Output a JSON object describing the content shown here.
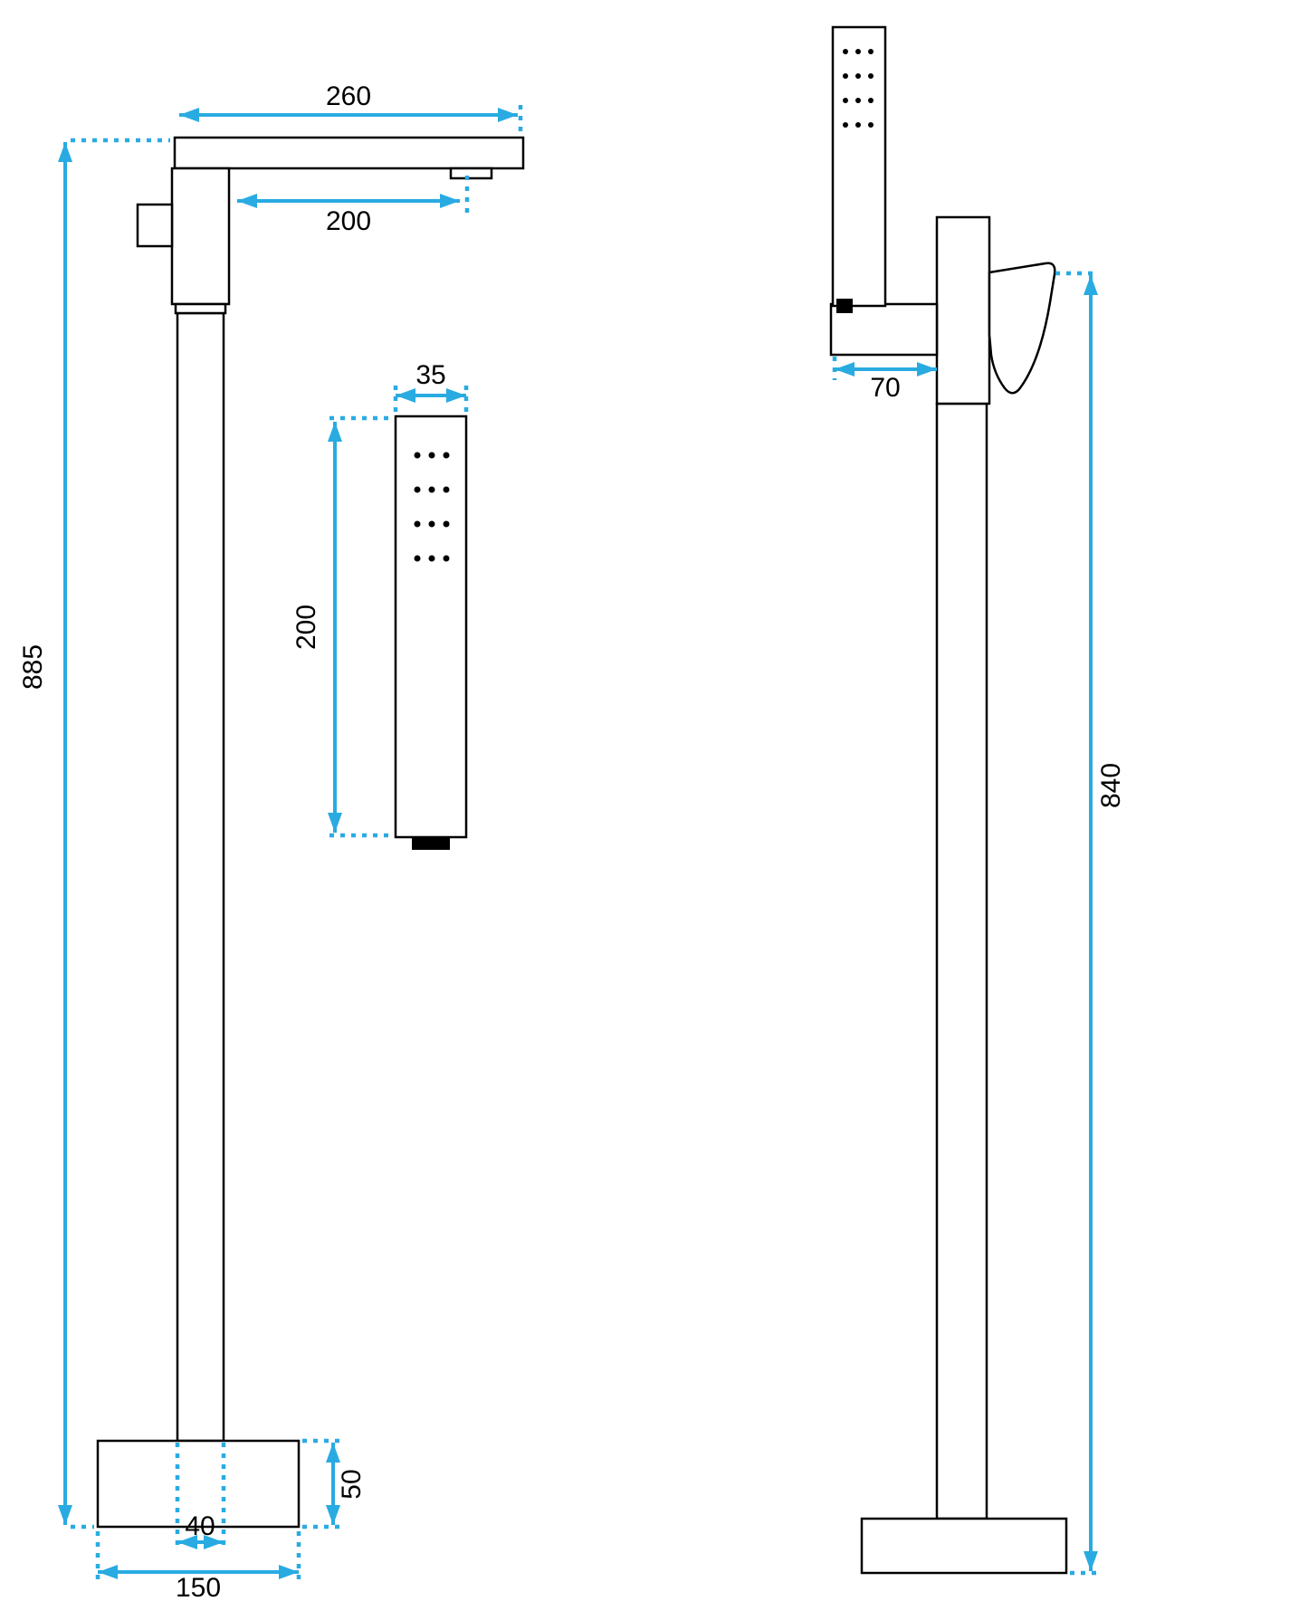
{
  "colors": {
    "outline": "#000000",
    "dimension_lines": "#29ABE2",
    "label_text": "#000000",
    "background": "#ffffff"
  },
  "dimensions": {
    "front_view": {
      "spout_length": "260",
      "spout_projection": "200",
      "total_height": "885",
      "hand_shower_width": "35",
      "hand_shower_length": "200",
      "base_height": "50",
      "column_width": "40",
      "base_width": "150"
    },
    "side_view": {
      "bracket_depth": "70",
      "overall_height": "840"
    }
  }
}
